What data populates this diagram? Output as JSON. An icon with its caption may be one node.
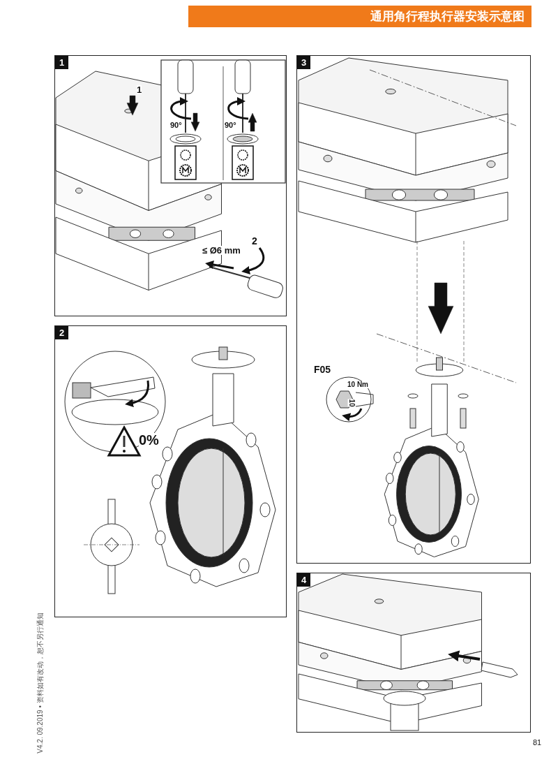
{
  "diagram": {
    "title": "通用角行程执行器安装示意图",
    "nodes": [
      {
        "text": [
          "1"
        ]
      },
      {
        "text": [
          "2"
        ]
      },
      {
        "text": [
          "3"
        ]
      },
      {
        "text": [
          "4"
        ]
      }
    ],
    "labels": [
      "1",
      "90°",
      "90°",
      "2",
      "≤ Ø6 mm",
      "0%",
      "F05",
      "10 Nm",
      "10",
      "V4.2. 09.2019 • 资料如有改动，恕不另行通知",
      "81"
    ]
  }
}
